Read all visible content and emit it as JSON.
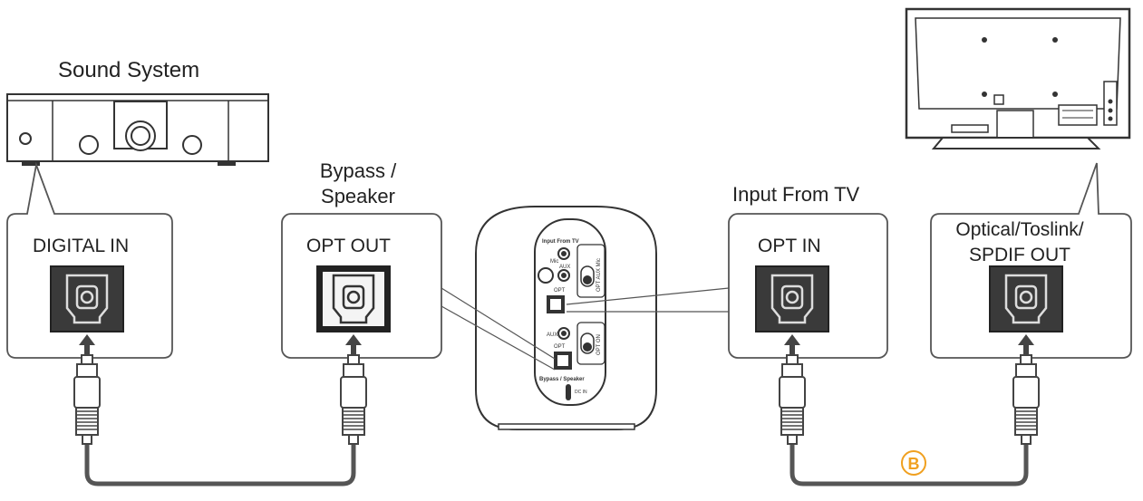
{
  "labels": {
    "sound_system": "Sound System",
    "bypass_speaker_line1": "Bypass /",
    "bypass_speaker_line2": "Speaker",
    "input_from_tv": "Input From TV",
    "digital_in": "DIGITAL IN",
    "opt_out": "OPT OUT",
    "opt_in": "OPT IN",
    "optical_out_line1": "Optical/Toslink/",
    "optical_out_line2": "SPDIF OUT"
  },
  "speaker_panel": {
    "input_from_tv": "Input From TV",
    "mic": "Mic",
    "aux_top": "AUX",
    "opt_top": "OPT",
    "switch_top": "OPT  AUX  Mic",
    "aux_bottom": "AUX",
    "opt_bottom": "OPT",
    "switch_bottom": "OPT  ON",
    "bypass_speaker": "Bypass / Speaker",
    "dc_in": "DC IN"
  },
  "badge": "B",
  "colors": {
    "line": "#555555",
    "port_dark": "#3a3a3a",
    "port_light": "#f2f2f2",
    "badge": "#f0a020"
  }
}
